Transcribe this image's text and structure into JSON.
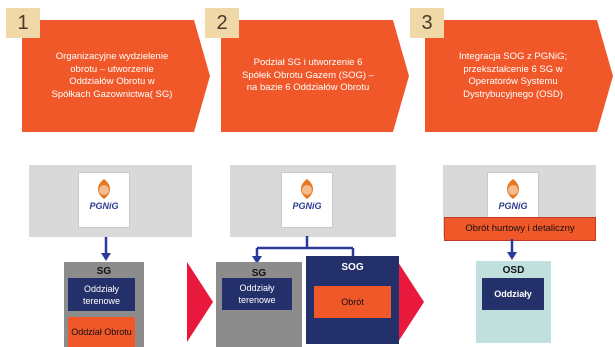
{
  "steps": [
    {
      "number": "1",
      "text": "Organizacyjne wydzielenie obrotu – utworzenie Oddziałów Obrotu w Spółkach Gazownictwa( SG)"
    },
    {
      "number": "2",
      "text": "Podział SG i utworzenie 6 Spółek Obrotu Gazem (SOG) – na bazie 6 Oddziałów Obrotu"
    },
    {
      "number": "3",
      "text": "Integracja SOG z PGNiG; przekształcenie 6 SG w Operatorów Systemu Dystrybucyjnego (OSD)"
    }
  ],
  "logo_text": "PGNiG",
  "stage1": {
    "sg_label": "SG",
    "unit1": "Oddziały terenowe",
    "unit2": "Oddział Obrotu"
  },
  "stage2": {
    "sg_label": "SG",
    "unit1": "Oddziały terenowe",
    "sog_label": "SOG",
    "sog_unit": "Obrót"
  },
  "stage3": {
    "trade_label": "Obrót hurtowy i detaliczny",
    "osd_label": "OSD",
    "osd_unit": "Oddziały"
  },
  "colors": {
    "orange": "#f0582a",
    "navy": "#24306a",
    "grey": "#d9d9d9",
    "darkgrey": "#8c8c8c",
    "teal": "#bfe0dd",
    "red": "#e8193c",
    "number_bg": "#f1d8a8"
  }
}
